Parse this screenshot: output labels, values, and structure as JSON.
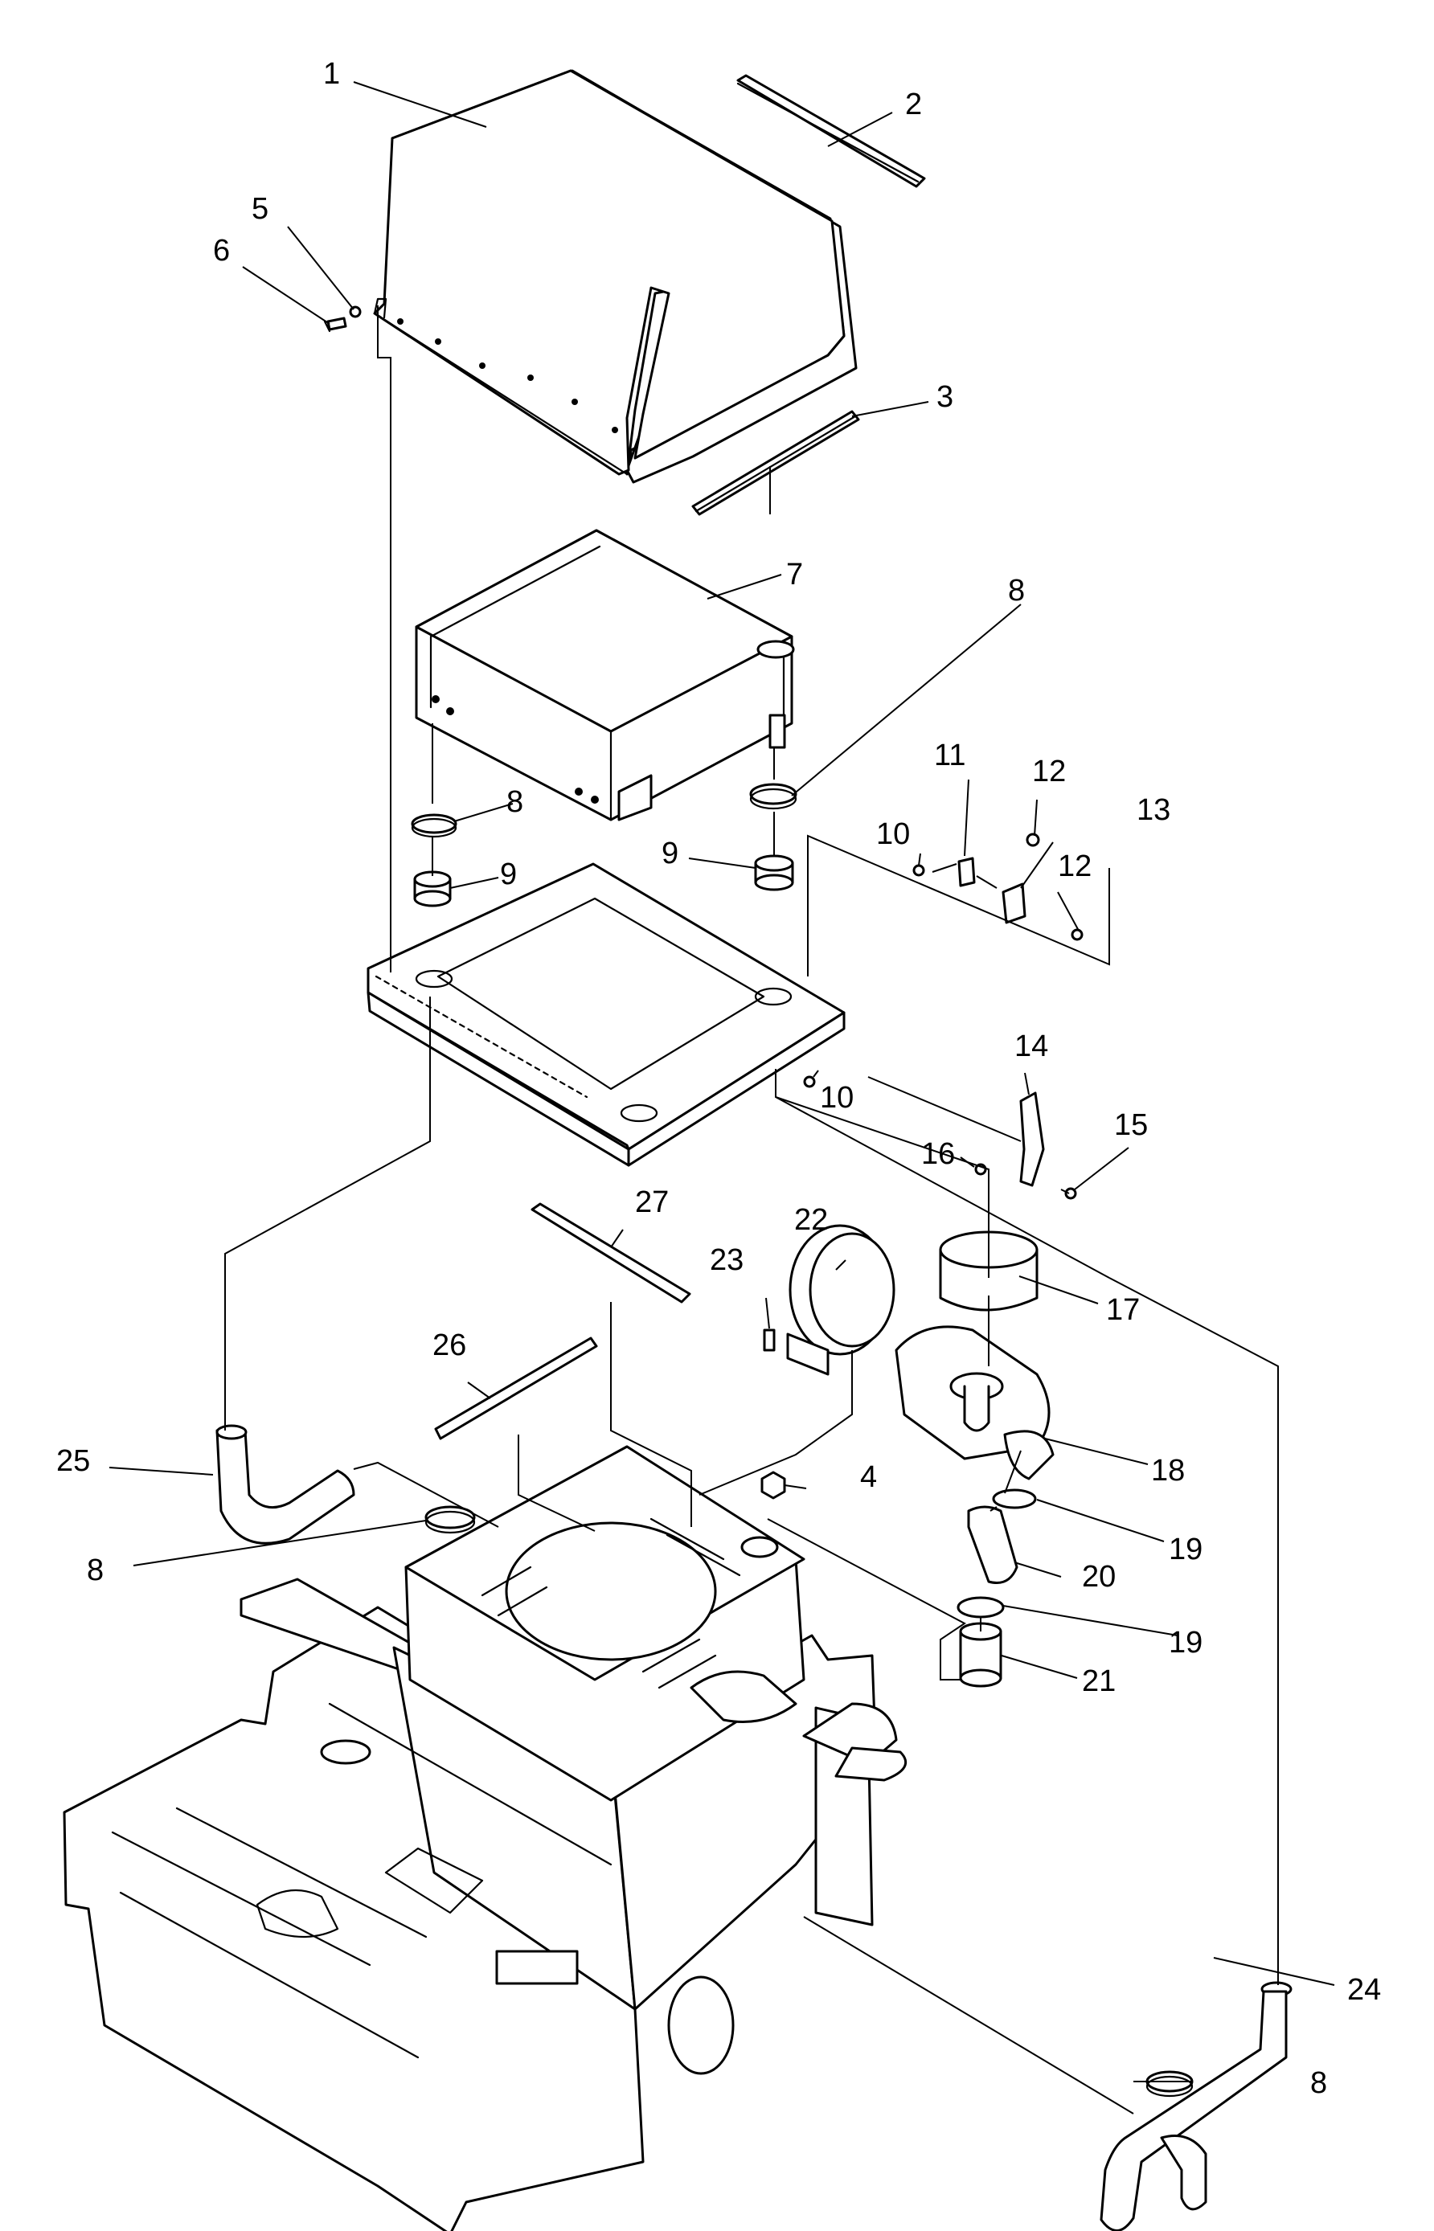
{
  "diagram": {
    "type": "exploded-parts-view",
    "callouts": [
      {
        "id": "c1",
        "label": "1"
      },
      {
        "id": "c2",
        "label": "2"
      },
      {
        "id": "c3",
        "label": "3"
      },
      {
        "id": "c4",
        "label": "4"
      },
      {
        "id": "c5",
        "label": "5"
      },
      {
        "id": "c6",
        "label": "6"
      },
      {
        "id": "c7",
        "label": "7"
      },
      {
        "id": "c8a",
        "label": "8"
      },
      {
        "id": "c8b",
        "label": "8"
      },
      {
        "id": "c8c",
        "label": "8"
      },
      {
        "id": "c8d",
        "label": "8"
      },
      {
        "id": "c9a",
        "label": "9"
      },
      {
        "id": "c9b",
        "label": "9"
      },
      {
        "id": "c10a",
        "label": "10"
      },
      {
        "id": "c10b",
        "label": "10"
      },
      {
        "id": "c11",
        "label": "11"
      },
      {
        "id": "c12a",
        "label": "12"
      },
      {
        "id": "c12b",
        "label": "12"
      },
      {
        "id": "c13",
        "label": "13"
      },
      {
        "id": "c14",
        "label": "14"
      },
      {
        "id": "c15",
        "label": "15"
      },
      {
        "id": "c16",
        "label": "16"
      },
      {
        "id": "c17",
        "label": "17"
      },
      {
        "id": "c18",
        "label": "18"
      },
      {
        "id": "c19a",
        "label": "19"
      },
      {
        "id": "c19b",
        "label": "19"
      },
      {
        "id": "c20",
        "label": "20"
      },
      {
        "id": "c21",
        "label": "21"
      },
      {
        "id": "c22",
        "label": "22"
      },
      {
        "id": "c23",
        "label": "23"
      },
      {
        "id": "c24",
        "label": "24"
      },
      {
        "id": "c25",
        "label": "25"
      },
      {
        "id": "c26",
        "label": "26"
      },
      {
        "id": "c27",
        "label": "27"
      }
    ]
  }
}
